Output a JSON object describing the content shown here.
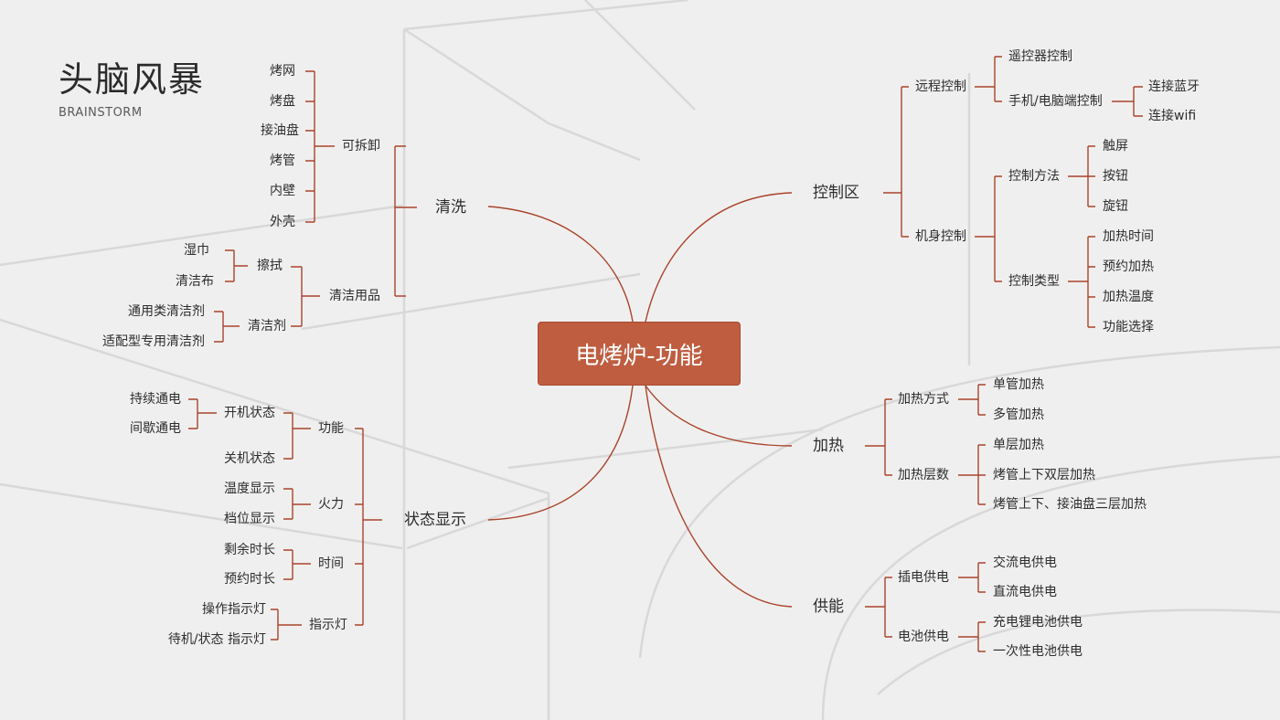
{
  "header": {
    "title": "头脑风暴",
    "subtitle": "BRAINSTORM"
  },
  "colors": {
    "background": "#f0efef",
    "accent": "#bf5d40",
    "line": "#a9442a",
    "decor": "#d9d8d8"
  },
  "center": "电烤炉-功能",
  "branches": {
    "cleaning": {
      "label": "清洗",
      "removable": {
        "label": "可拆卸",
        "items": [
          "烤网",
          "烤盘",
          "接油盘",
          "烤管",
          "内壁",
          "外壳"
        ]
      },
      "supplies": {
        "label": "清洁用品",
        "wipe": {
          "label": "擦拭",
          "items": [
            "湿巾",
            "清洁布"
          ]
        },
        "detergent": {
          "label": "清洁剂",
          "items": [
            "通用类清洁剂",
            "适配型专用清洁剂"
          ]
        }
      }
    },
    "status": {
      "label": "状态显示",
      "function": {
        "label": "功能",
        "power_on": {
          "label": "开机状态",
          "items": [
            "持续通电",
            "间歇通电"
          ]
        },
        "power_off": {
          "label": "关机状态"
        }
      },
      "fire": {
        "label": "火力",
        "items": [
          "温度显示",
          "档位显示"
        ]
      },
      "time": {
        "label": "时间",
        "items": [
          "剩余时长",
          "预约时长"
        ]
      },
      "indicator": {
        "label": "指示灯",
        "items": [
          "操作指示灯",
          "待机/状态 指示灯"
        ]
      }
    },
    "control": {
      "label": "控制区",
      "remote": {
        "label": "远程控制",
        "remote_controller": "遥控器控制",
        "phone": {
          "label": "手机/电脑端控制",
          "items": [
            "连接蓝牙",
            "连接wifi"
          ]
        }
      },
      "body": {
        "label": "机身控制",
        "method": {
          "label": "控制方法",
          "items": [
            "触屏",
            "按钮",
            "旋钮"
          ]
        },
        "type": {
          "label": "控制类型",
          "items": [
            "加热时间",
            "预约加热",
            "加热温度",
            "功能选择"
          ]
        }
      }
    },
    "heating": {
      "label": "加热",
      "mode": {
        "label": "加热方式",
        "items": [
          "单管加热",
          "多管加热"
        ]
      },
      "layers": {
        "label": "加热层数",
        "items": [
          "单层加热",
          "烤管上下双层加热",
          "烤管上下、接油盘三层加热"
        ]
      }
    },
    "power": {
      "label": "供能",
      "plug": {
        "label": "插电供电",
        "items": [
          "交流电供电",
          "直流电供电"
        ]
      },
      "battery": {
        "label": "电池供电",
        "items": [
          "充电锂电池供电",
          "一次性电池供电"
        ]
      }
    }
  }
}
